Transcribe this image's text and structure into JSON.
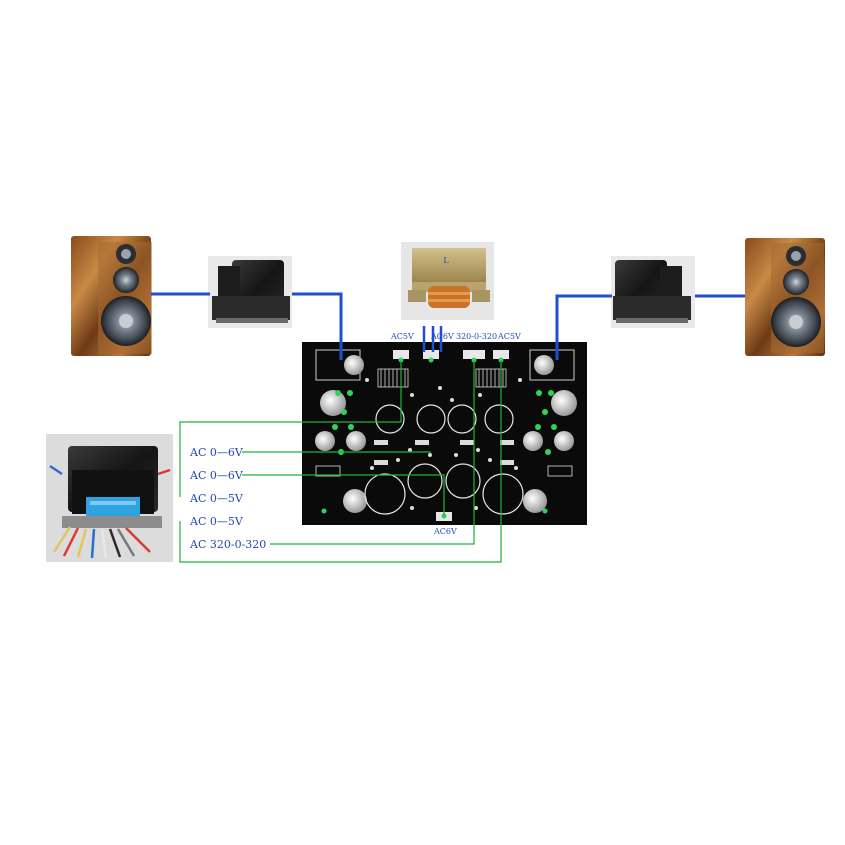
{
  "board_labels": {
    "ac5v_left": "AC5V",
    "ac6v_top": "AC6V",
    "hv_top": "320-0-320",
    "ac5v_right": "AC5V",
    "ac6v_bottom": "AC6V"
  },
  "power_transformer_label": "L",
  "wiring_labels": [
    "AC 0—6V",
    "AC 0—6V",
    "AC 0—5V",
    "AC 0—5V",
    "AC 320-0-320"
  ],
  "colors": {
    "speaker_wire": "#1f4fd0",
    "power_wire": "#22b03c",
    "label_text": "#1f4bb5",
    "pcb": "#0a0a0a"
  }
}
